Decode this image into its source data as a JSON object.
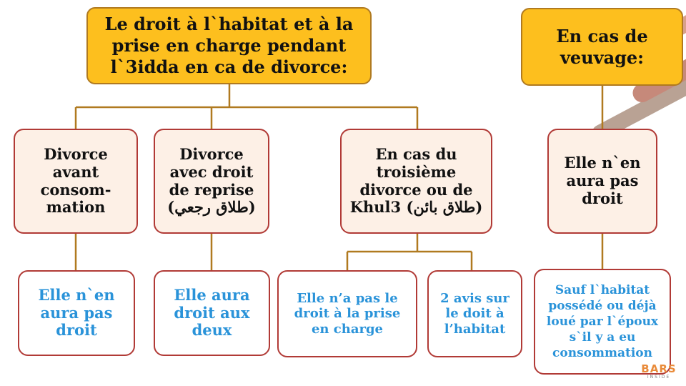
{
  "titles": {
    "divorce": "Le droit à l`habitat et à la prise en charge pendant l`3idda en ca de divorce:",
    "widowhood": "En cas de veuvage:"
  },
  "categories": [
    {
      "text": "Divorce avant consom-mation"
    },
    {
      "text": "Divorce avec droit de reprise (طلاق رجعي)"
    },
    {
      "text": "En cas du troisième divorce ou de Khul3 (طلاق بائن)"
    },
    {
      "text": "Elle n`en aura pas droit"
    }
  ],
  "results": [
    {
      "text": "Elle n`en aura pas droit"
    },
    {
      "text": "Elle aura droit aux deux"
    },
    {
      "text": "Elle n’a pas le droit à la prise en charge"
    },
    {
      "text": "2 avis sur le doit à l’habitat"
    },
    {
      "text": "Sauf  l`habitat possédé ou déjà loué par l`époux s`il y a eu consommation"
    }
  ],
  "logo": {
    "main": "BARS",
    "sub": "INSIDE"
  },
  "colors": {
    "title_fill": "#fdbf1e",
    "category_fill": "#fdf0e6",
    "box_border": "#b13a36",
    "connector": "#b07a20",
    "result_text": "#2a93d9"
  }
}
